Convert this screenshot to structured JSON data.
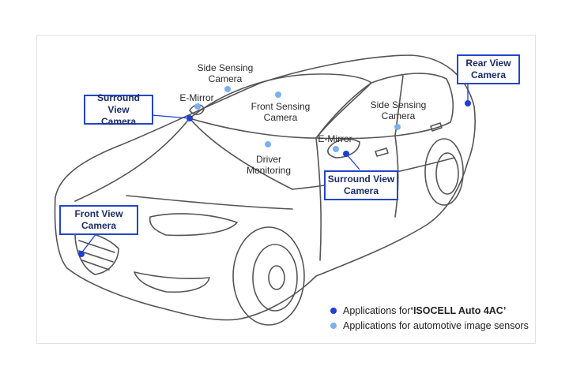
{
  "colors": {
    "primary_dot": "#1f3fd6",
    "secondary_dot": "#7cb0f0",
    "box_border": "#2346c9",
    "outline": "#555555"
  },
  "labels": {
    "side_sensing_left": [
      "Side Sensing",
      "Camera"
    ],
    "emirror_left": "E-Mirror",
    "front_sensing": [
      "Front Sensing",
      "Camera"
    ],
    "side_sensing_right": [
      "Side Sensing",
      "Camera"
    ],
    "emirror_right": "E-Mirror",
    "driver_monitoring": [
      "Driver",
      "Monitoring"
    ]
  },
  "boxes": {
    "surround_view_left": [
      "Surround View",
      "Camera"
    ],
    "rear_view": [
      "Rear View",
      "Camera"
    ],
    "surround_view_right": [
      "Surround View",
      "Camera"
    ],
    "front_view": [
      "Front View",
      "Camera"
    ]
  },
  "legend": {
    "primary_prefix": "Applications for ",
    "primary_product": "‘ISOCELL Auto 4AC’",
    "secondary": "Applications for automotive image sensors"
  }
}
